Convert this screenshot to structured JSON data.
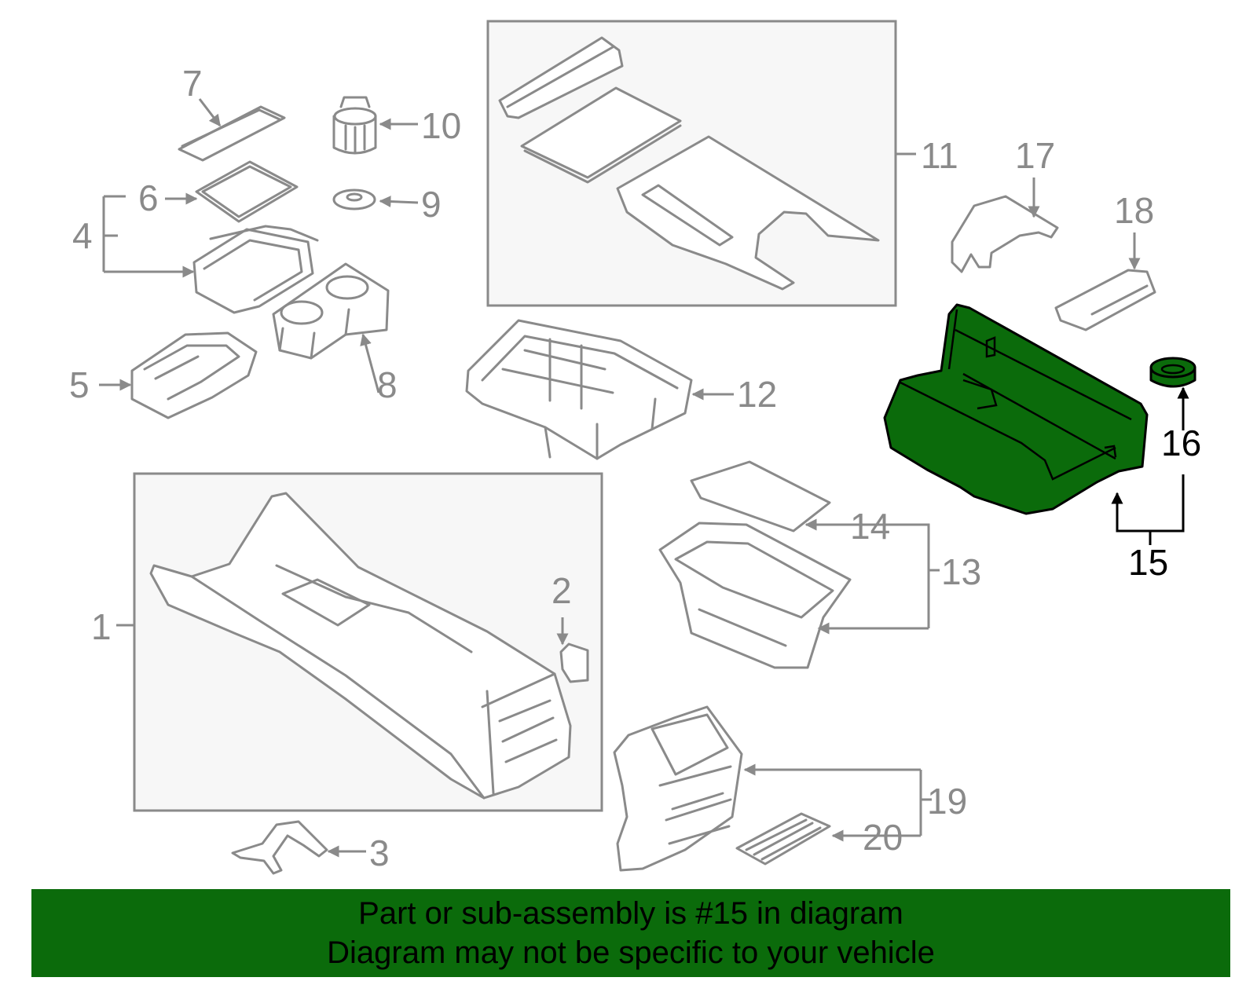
{
  "callouts": {
    "c1": "1",
    "c2": "2",
    "c3": "3",
    "c4": "4",
    "c5": "5",
    "c6": "6",
    "c7": "7",
    "c8": "8",
    "c9": "9",
    "c10": "10",
    "c11": "11",
    "c12": "12",
    "c13": "13",
    "c14": "14",
    "c15": "15",
    "c16": "16",
    "c17": "17",
    "c18": "18",
    "c19": "19",
    "c20": "20"
  },
  "highlighted_part": "15",
  "colors": {
    "highlight": "#0b6b0b",
    "lines": "#8a8a8a",
    "banner": "#0b6b0b"
  },
  "banner": {
    "line1": "Part or sub-assembly is #15 in diagram",
    "line2": "Diagram may not be specific to your vehicle"
  }
}
